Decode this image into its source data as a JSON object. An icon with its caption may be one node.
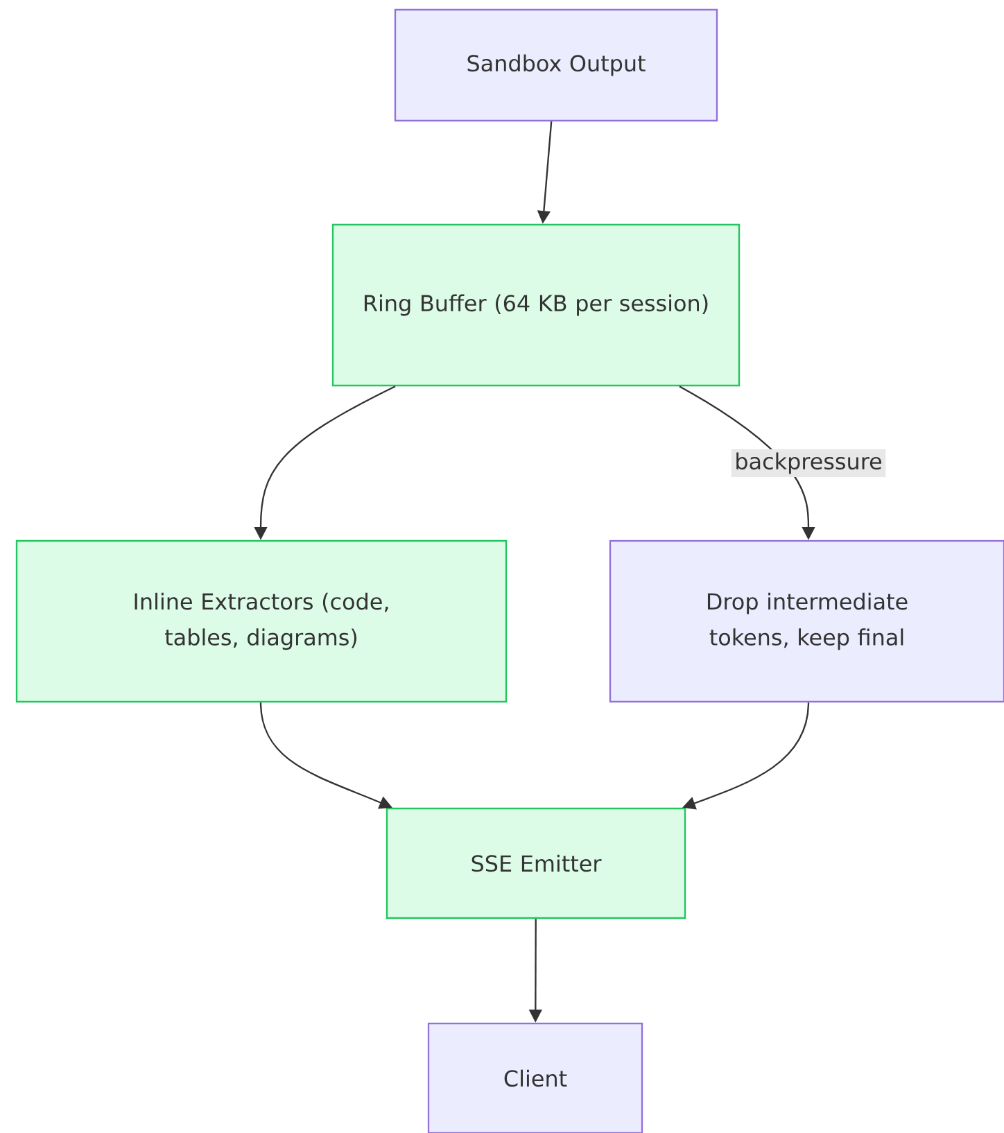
{
  "diagram": {
    "nodes": [
      {
        "text": [
          "Sandbox Output"
        ]
      },
      {
        "text": [
          "Ring Buffer (64 KB per session)"
        ]
      },
      {
        "text": [
          "Inline Extractors (code, tables, diagrams)"
        ]
      },
      {
        "text": [
          "Drop intermediate tokens, keep final"
        ]
      },
      {
        "text": [
          "SSE Emitter"
        ]
      },
      {
        "text": [
          "Client"
        ]
      }
    ],
    "edges": [
      {
        "from": 0,
        "to": 1,
        "arrow": "to"
      },
      {
        "from": 1,
        "to": 2,
        "arrow": "to"
      },
      {
        "from": 1,
        "to": 3,
        "arrow": "to",
        "label": "backpressure"
      },
      {
        "from": 2,
        "to": 4,
        "arrow": "to"
      },
      {
        "from": 3,
        "to": 4,
        "arrow": "to"
      },
      {
        "from": 4,
        "to": 5,
        "arrow": "to"
      }
    ]
  }
}
